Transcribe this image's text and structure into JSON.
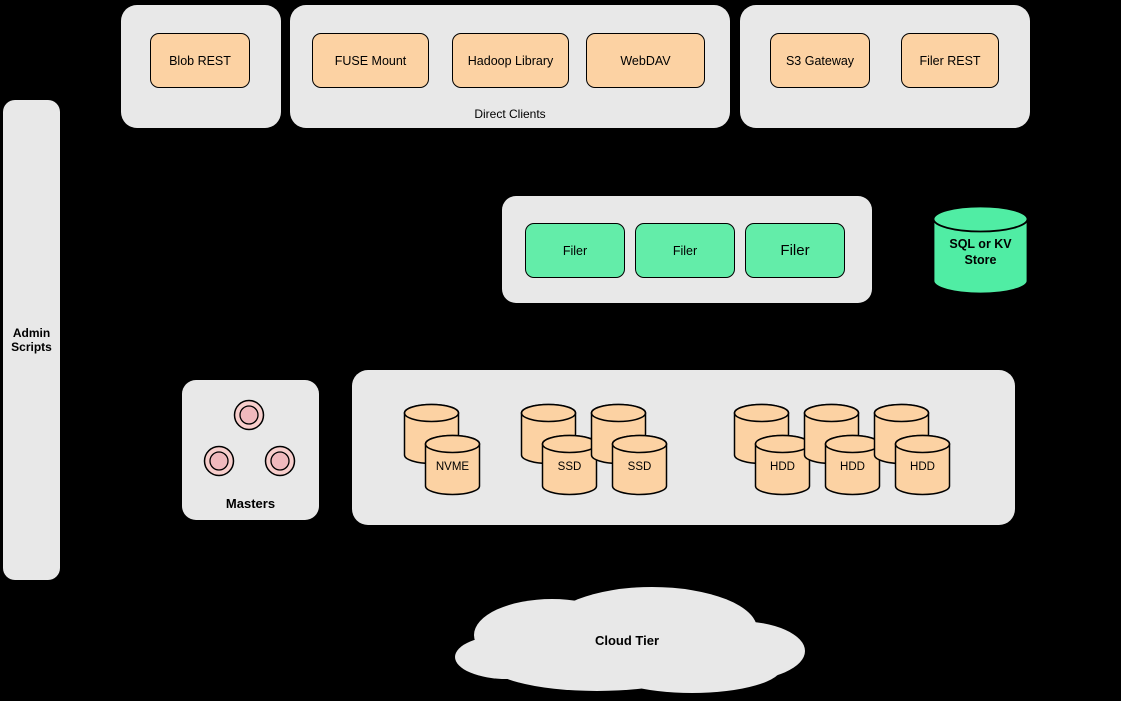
{
  "clients": {
    "blob_group": {
      "buttons": [
        "Blob REST"
      ]
    },
    "direct_group": {
      "label": "Direct Clients",
      "buttons": [
        "FUSE Mount",
        "Hadoop Library",
        "WebDAV"
      ]
    },
    "gateway_group": {
      "buttons": [
        "S3 Gateway",
        "Filer REST"
      ]
    }
  },
  "admin_scripts": {
    "label": "Admin Scripts"
  },
  "filer_cluster": {
    "nodes": [
      "Filer",
      "Filer",
      "Filer"
    ]
  },
  "metadata_store": {
    "label": "SQL or KV Store"
  },
  "masters": {
    "label": "Masters",
    "node_count": 3
  },
  "volume_servers": {
    "drives": [
      "NVME",
      "SSD",
      "SSD",
      "HDD",
      "HDD",
      "HDD"
    ]
  },
  "cloud_tier": {
    "label": "Cloud Tier"
  },
  "colors": {
    "background": "#000000",
    "container_fill": "#e8e8e8",
    "client_node_fill": "#fcd2a3",
    "filer_node_fill": "#63eda9",
    "store_fill": "#50eda4",
    "master_node_fill": "#f8cecc",
    "master_node_inner": "#f0b9bd",
    "border": "#000000"
  }
}
